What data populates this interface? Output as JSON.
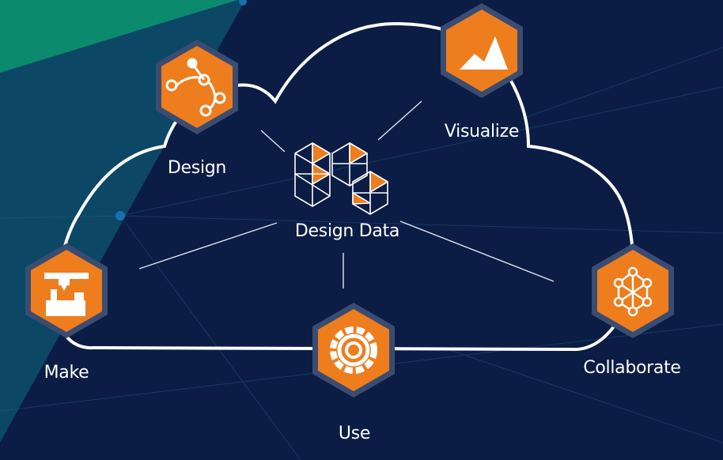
{
  "diagram": {
    "center": {
      "label": "Design Data",
      "icon": "design-data-logo-icon"
    },
    "nodes": [
      {
        "id": "design",
        "label": "Design",
        "icon": "bezier-curve-icon"
      },
      {
        "id": "visualize",
        "label": "Visualize",
        "icon": "mountain-icon"
      },
      {
        "id": "make",
        "label": "Make",
        "icon": "3d-printer-icon"
      },
      {
        "id": "use",
        "label": "Use",
        "icon": "gear-icon"
      },
      {
        "id": "collaborate",
        "label": "Collaborate",
        "icon": "network-icon"
      }
    ]
  },
  "colors": {
    "background": "#0b1d45",
    "accent_orange": "#ee7d1e",
    "hex_border": "#3a4c72",
    "cloud_outline": "#ffffff",
    "corner_green": "#0b8a6e",
    "corner_teal": "#0d4f6b"
  }
}
